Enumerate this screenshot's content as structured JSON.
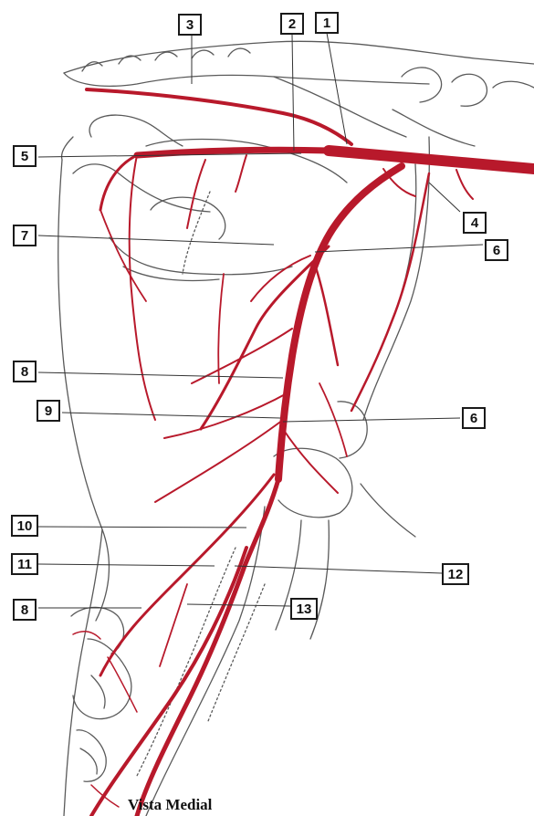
{
  "colors": {
    "artery": "#b8192b",
    "outline": "#5a5a5a",
    "box_border": "#1a1a1a"
  },
  "labels": {
    "l1": "1",
    "l2": "2",
    "l3": "3",
    "l4": "4",
    "l5": "5",
    "l6a": "6",
    "l6b": "6",
    "l7": "7",
    "l8a": "8",
    "l8b": "8",
    "l9": "9",
    "l10": "10",
    "l11": "11",
    "l12": "12",
    "l13": "13"
  },
  "caption": "Vista Medial"
}
